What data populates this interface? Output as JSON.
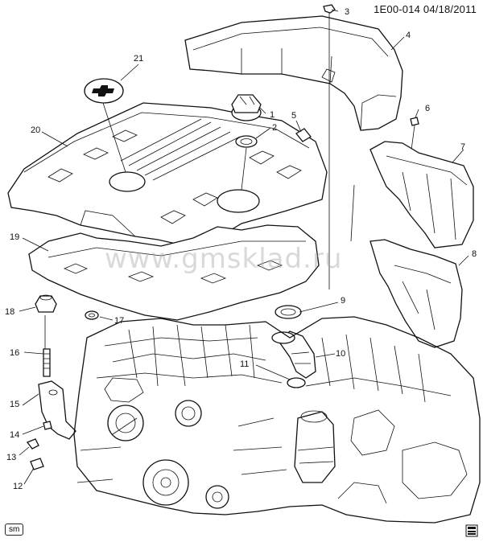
{
  "document_id": "1E00-014  04/18/2011",
  "watermark": "www.gmsklad.ru",
  "badge": "sm",
  "callouts": {
    "c1": "1",
    "c2": "2",
    "c3": "3",
    "c4": "4",
    "c5": "5",
    "c6": "6",
    "c7": "7",
    "c8": "8",
    "c9": "9",
    "c10": "10",
    "c11": "11",
    "c12": "12",
    "c13": "13",
    "c14": "14",
    "c15": "15",
    "c16": "16",
    "c17": "17",
    "c18": "18",
    "c19": "19",
    "c20": "20",
    "c21": "21"
  }
}
